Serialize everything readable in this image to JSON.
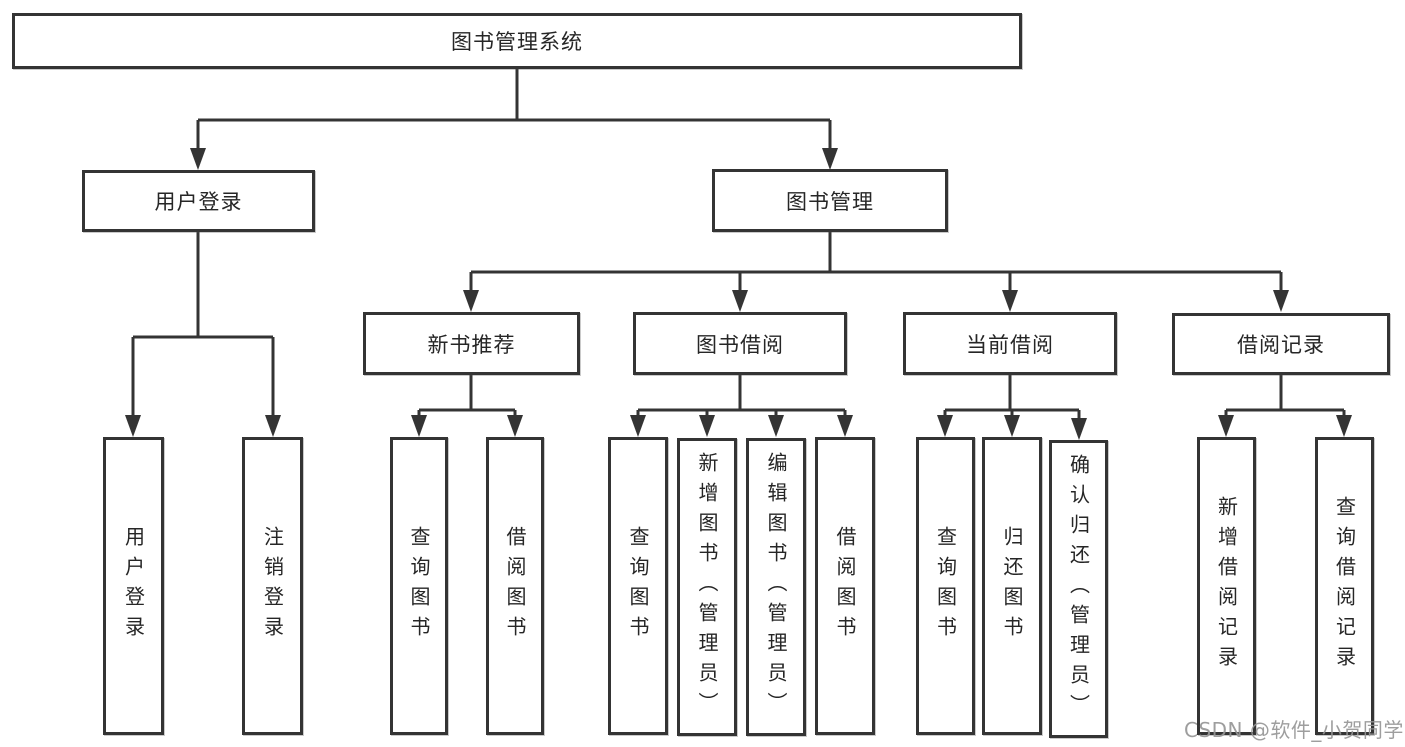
{
  "nodes": {
    "root": "图书管理系统",
    "user_login": "用户登录",
    "book_management": "图书管理",
    "new_book_recommend": "新书推荐",
    "book_borrowing": "图书借阅",
    "current_borrowing": "当前借阅",
    "borrowing_records": "借阅记录",
    "user_login_children": [
      "用户登录",
      "注销登录"
    ],
    "new_book_children": [
      "查询图书",
      "借阅图书"
    ],
    "book_borrowing_children": [
      "查询图书",
      "新增图书（管理员）",
      "编辑图书（管理员）",
      "借阅图书"
    ],
    "current_borrowing_children": [
      "查询图书",
      "归还图书",
      "确认归还（管理员）"
    ],
    "borrowing_records_children": [
      "新增借阅记录",
      "查询借阅记录"
    ]
  },
  "watermark": "CSDN @软件_小贺同学",
  "colors": {
    "line": "#343434",
    "text": "#262626",
    "box_background": "#ffffff",
    "watermark": "#969696",
    "background": "#ffffff"
  }
}
